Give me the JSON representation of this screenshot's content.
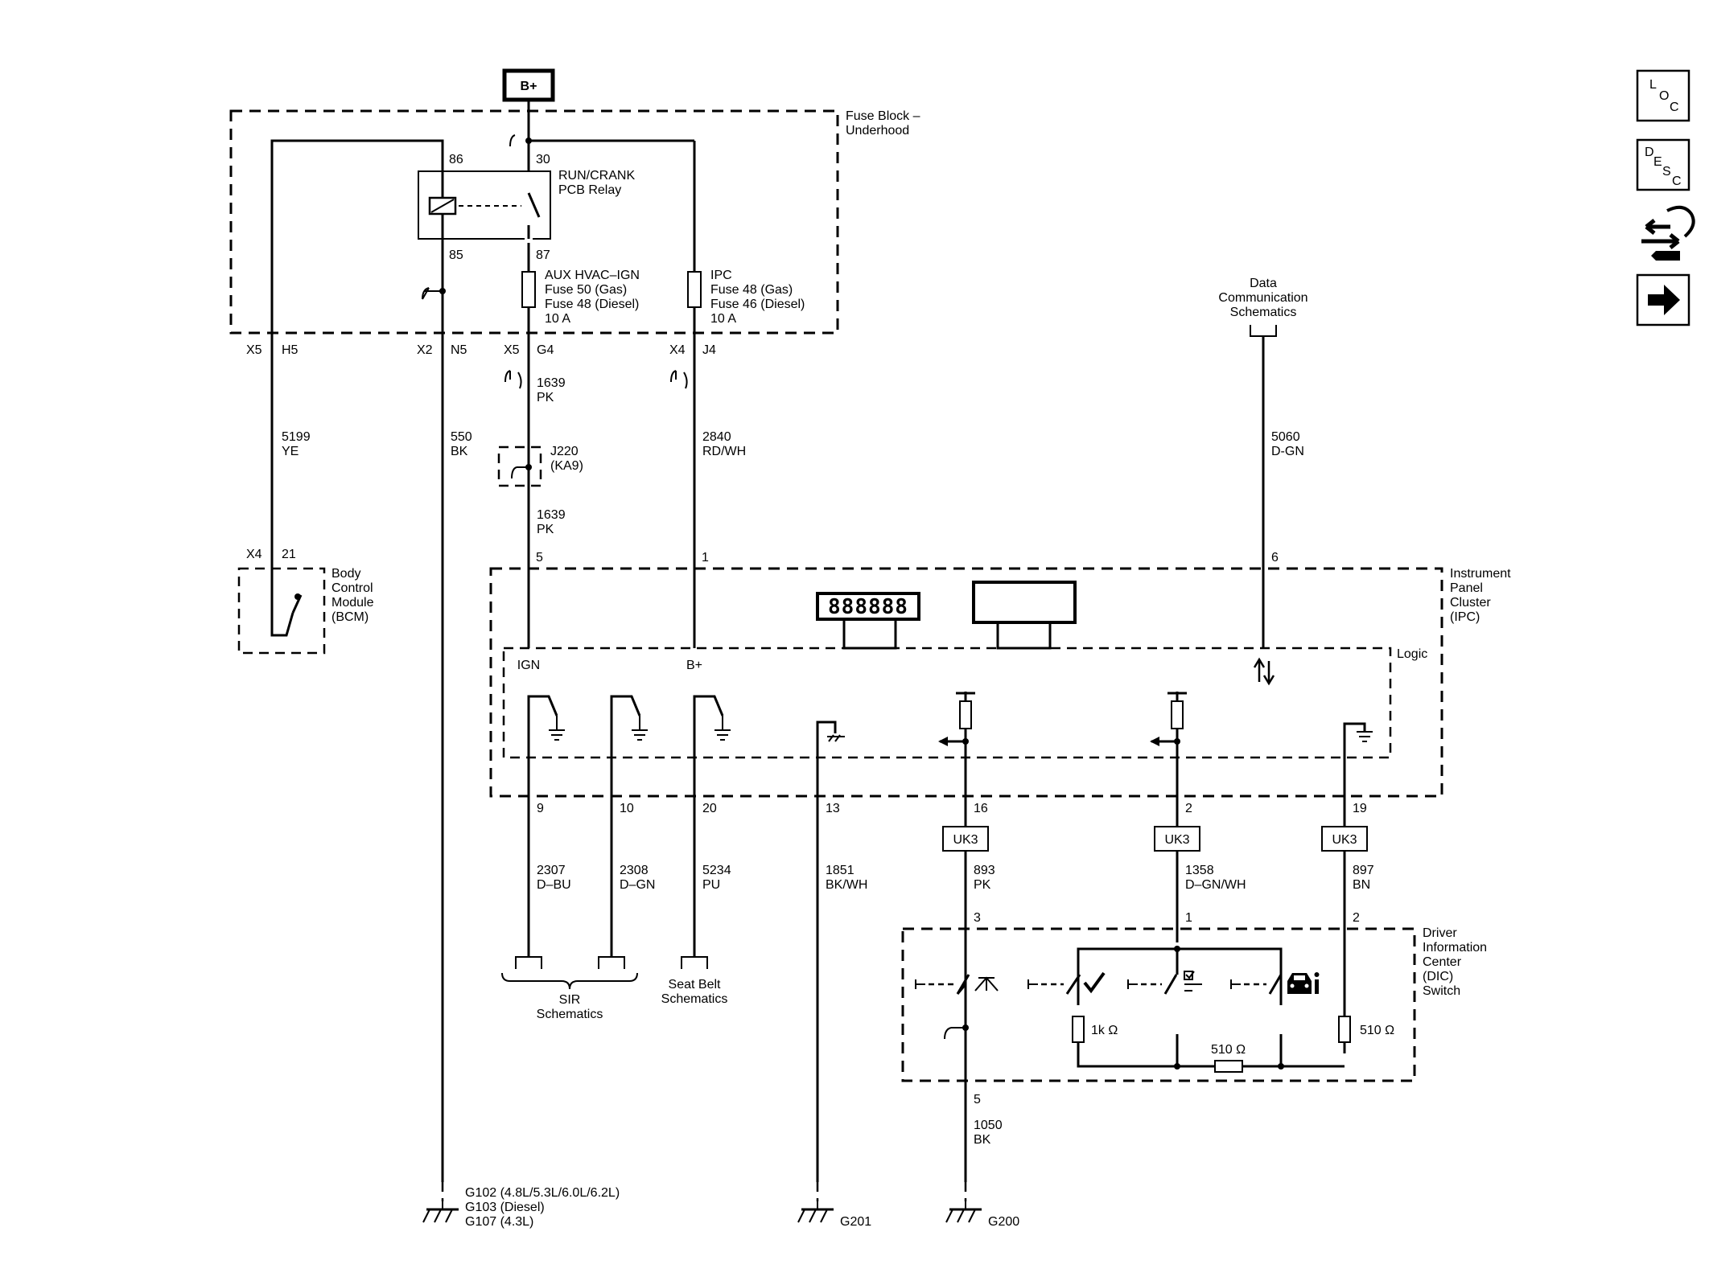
{
  "power": {
    "bplus": "B+"
  },
  "fuse_block": {
    "title1": "Fuse Block –",
    "title2": "Underhood"
  },
  "relay": {
    "pin86": "86",
    "pin30": "30",
    "pin85": "85",
    "pin87": "87",
    "name1": "RUN/CRANK",
    "name2": "PCB Relay"
  },
  "fuse_aux": {
    "l1": "AUX HVAC–IGN",
    "l2": "Fuse 50 (Gas)",
    "l3": "Fuse 48 (Diesel)",
    "l4": "10 A"
  },
  "fuse_ipc": {
    "l1": "IPC",
    "l2": "Fuse 48 (Gas)",
    "l3": "Fuse 46 (Diesel)",
    "l4": "10 A"
  },
  "connectors": {
    "x5a": "X5",
    "h5": "H5",
    "x2": "X2",
    "n5": "N5",
    "x5b": "X5",
    "g4": "G4",
    "x4": "X4",
    "j4": "J4"
  },
  "wires": {
    "w5199": {
      "num": "5199",
      "color": "YE"
    },
    "w550": {
      "num": "550",
      "color": "BK"
    },
    "w1639a": {
      "num": "1639",
      "color": "PK"
    },
    "w1639b": {
      "num": "1639",
      "color": "PK"
    },
    "w2840": {
      "num": "2840",
      "color": "RD/WH"
    },
    "w5060": {
      "num": "5060",
      "color": "D-GN"
    },
    "w2307": {
      "num": "2307",
      "color": "D–BU"
    },
    "w2308": {
      "num": "2308",
      "color": "D–GN"
    },
    "w5234": {
      "num": "5234",
      "color": "PU"
    },
    "w1851": {
      "num": "1851",
      "color": "BK/WH"
    },
    "w893": {
      "num": "893",
      "color": "PK"
    },
    "w1358": {
      "num": "1358",
      "color": "D–GN/WH"
    },
    "w897": {
      "num": "897",
      "color": "BN"
    },
    "w1050": {
      "num": "1050",
      "color": "BK"
    }
  },
  "splice": {
    "name": "J220",
    "option": "(KA9)"
  },
  "data_comm": {
    "l1": "Data",
    "l2": "Communication",
    "l3": "Schematics"
  },
  "bcm": {
    "conn": "X4",
    "pin": "21",
    "l1": "Body",
    "l2": "Control",
    "l3": "Module",
    "l4": "(BCM)"
  },
  "ipc": {
    "l1": "Instrument",
    "l2": "Panel",
    "l3": "Cluster",
    "l4": "(IPC)",
    "logic": "Logic",
    "ign": "IGN",
    "bplus": "B+",
    "display": "888888",
    "pins": {
      "p5": "5",
      "p1": "1",
      "p6": "6",
      "p9": "9",
      "p10": "10",
      "p20": "20",
      "p13": "13",
      "p16": "16",
      "p2": "2",
      "p19": "19"
    }
  },
  "uk3": {
    "a": "UK3",
    "b": "UK3",
    "c": "UK3"
  },
  "dic": {
    "l1": "Driver",
    "l2": "Information",
    "l3": "Center",
    "l4": "(DIC)",
    "l5": "Switch",
    "p3": "3",
    "p1": "1",
    "p2": "2",
    "p5": "5",
    "r1": "1k Ω",
    "r2": "510 Ω",
    "r3": "510 Ω"
  },
  "refs": {
    "sir1": "SIR",
    "sir2": "Schematics",
    "seat1": "Seat Belt",
    "seat2": "Schematics"
  },
  "grounds": {
    "g102": "G102 (4.8L/5.3L/6.0L/6.2L)",
    "g103": "G103 (Diesel)",
    "g107": "G107 (4.3L)",
    "g201": "G201",
    "g200": "G200"
  },
  "nav": {
    "loc": [
      "L",
      "O",
      "C"
    ],
    "desc": [
      "D",
      "E",
      "S",
      "C"
    ]
  }
}
